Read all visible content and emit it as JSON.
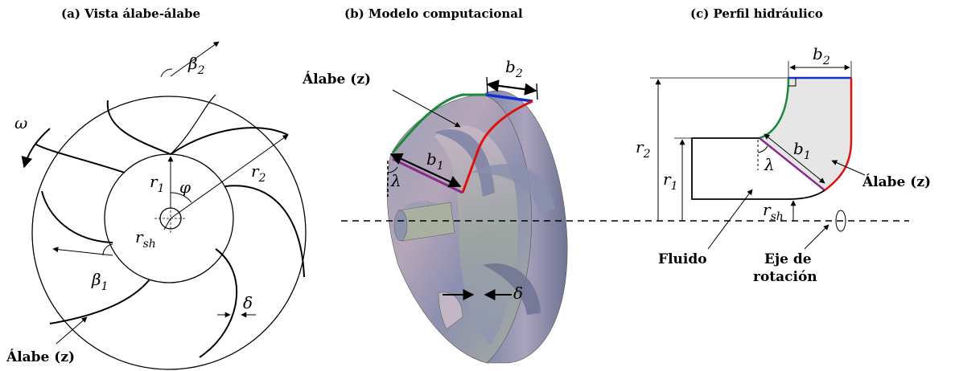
{
  "panels": {
    "a": {
      "title": "(a) Vista álabe-álabe"
    },
    "b": {
      "title": "(b) Modelo computacional"
    },
    "c": {
      "title": "(c) Perfil hidráulico"
    }
  },
  "symbols": {
    "omega": "ω",
    "beta": "β",
    "two": "2",
    "one": "1",
    "r": "r",
    "sh": "sh",
    "phi": "φ",
    "delta": "δ",
    "b": "b",
    "lambda": "λ"
  },
  "labels": {
    "blade": "Álabe (z)",
    "fluid": "Fluido",
    "axis_line1": "Eje de",
    "axis_line2": "rotación"
  },
  "colors": {
    "green": "#1a8a3a",
    "blue": "#1030d0",
    "red": "#e01010",
    "purple": "#8a2a8a",
    "shade": "#e6e6e6"
  }
}
